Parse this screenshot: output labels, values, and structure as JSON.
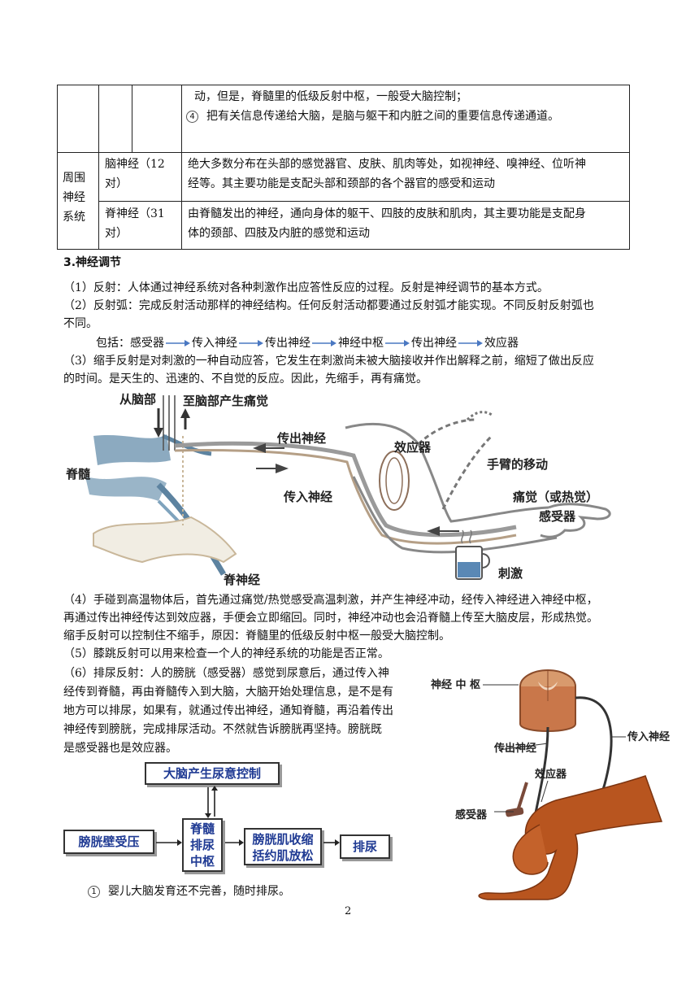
{
  "table": {
    "top_row": {
      "line1": "动，但是，脊髓里的低级反射中枢，一般受大脑控制；",
      "num": "4",
      "line2": "把有关信息传递给大脑，是脑与躯干和内脏之间的重要信息传递通道。"
    },
    "group_label": [
      "周围",
      "神经",
      "系统"
    ],
    "rows": [
      {
        "name_l1": "脑神经（12",
        "name_l2": "对）",
        "desc_l1": "绝大多数分布在头部的感觉器官、皮肤、肌肉等处，如视神经、嗅神经、位听神",
        "desc_l2": "经等。其主要功能是支配头部和颈部的各个器官的感受和运动"
      },
      {
        "name_l1": "脊神经（31",
        "name_l2": "对）",
        "desc_l1": "由脊髓发出的神经，通向身体的躯干、四肢的皮肤和肌肉，其主要功能是支配身",
        "desc_l2": "体的颈部、四肢及内脏的感觉和运动"
      }
    ]
  },
  "section_title": "3.神经调节",
  "paragraphs": {
    "p1": "（1）反射：人体通过神经系统对各种刺激作出应答性反应的过程。反射是神经调节的基本方式。",
    "p2a": "（2）反射弧：完成反射活动那样的神经结构。任何反射活动都要通过反射弧才能实现。不同反射反射弧也",
    "p2b": "不同。",
    "p3a": "（3）缩手反射是对刺激的一种自动应答，它发生在刺激尚未被大脑接收并作出解释之前，缩短了做出反应",
    "p3b": "的时间。是天生的、迅速的、不自觉的反应。因此，先缩手，再有痛觉。",
    "p4a": "（4）手碰到高温物体后，首先通过痛觉/热觉感受高温刺激，并产生神经冲动，经传入神经进入神经中枢，",
    "p4b": "再通过传出神经传达到效应器，手便会立即缩回。同时，神经冲动也会沿脊髓上传至大脑皮层，形成热觉。",
    "p4c": "缩手反射可以控制住不缩手，原因：脊髓里的低级反射中枢一般受大脑控制。",
    "p5": "（5）膝跳反射可以用来检查一个人的神经系统的功能是否正常。",
    "p6a": "（6）排尿反射：人的膀胱（感受器）感觉到尿意后，通过传入神",
    "p6b": "经传到脊髓，再由脊髓传入到大脑，大脑开始处理信息，是不是有",
    "p6c": "地方可以排尿，如果有，就通过传出神经，通知脊髓，再沿着传出",
    "p6d": "神经传到膀胱，完成排尿活动。不然就告诉膀胱再坚持。膀胱既",
    "p6e": "是感受器也是效应器。",
    "last_num": "1",
    "last": "婴儿大脑发育还不完善，随时排尿。"
  },
  "chain": {
    "prefix": "包括：",
    "steps": [
      "感受器",
      "传入神经",
      "传出神经",
      "神经中枢",
      "传出神经",
      "效应器"
    ],
    "arrow_color": "#4a78c2"
  },
  "reflex_figure": {
    "labels": {
      "from_brain": "从脑部",
      "to_brain": "至脑部产生痛觉",
      "spinal_cord": "脊髓",
      "efferent": "传出神经",
      "afferent": "传入神经",
      "effector": "效应器",
      "arm_move": "手臂的移动",
      "pain": "痛觉（或热觉）",
      "receptor": "感受器",
      "spinal_nerve": "脊神经",
      "stimulus": "刺激"
    }
  },
  "knee_figure": {
    "labels": {
      "center": "神经 中 枢",
      "afferent": "传入神经",
      "efferent": "传出神经",
      "effector": "效应器",
      "receptor": "感受器"
    }
  },
  "flowchart": {
    "brain": "大脑产生尿意控制",
    "bladder": "膀胱壁受压",
    "center": [
      "脊髓",
      "排尿",
      "中枢"
    ],
    "muscle": [
      "膀胱肌收缩",
      "括约肌放松"
    ],
    "urinate": "排尿"
  },
  "page_number": "2"
}
